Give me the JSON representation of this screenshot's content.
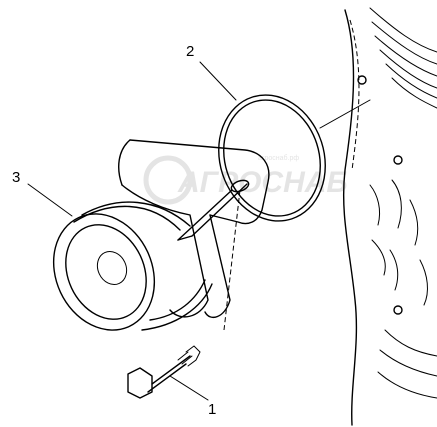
{
  "callouts": {
    "bolt": "1",
    "o_ring": "2",
    "housing": "3"
  },
  "watermark": {
    "logo_text": "АГРОСНАБ",
    "tagline": "агроснаб.рф"
  },
  "colors": {
    "ink": "#000000",
    "watermark": "#e2e2e2"
  }
}
